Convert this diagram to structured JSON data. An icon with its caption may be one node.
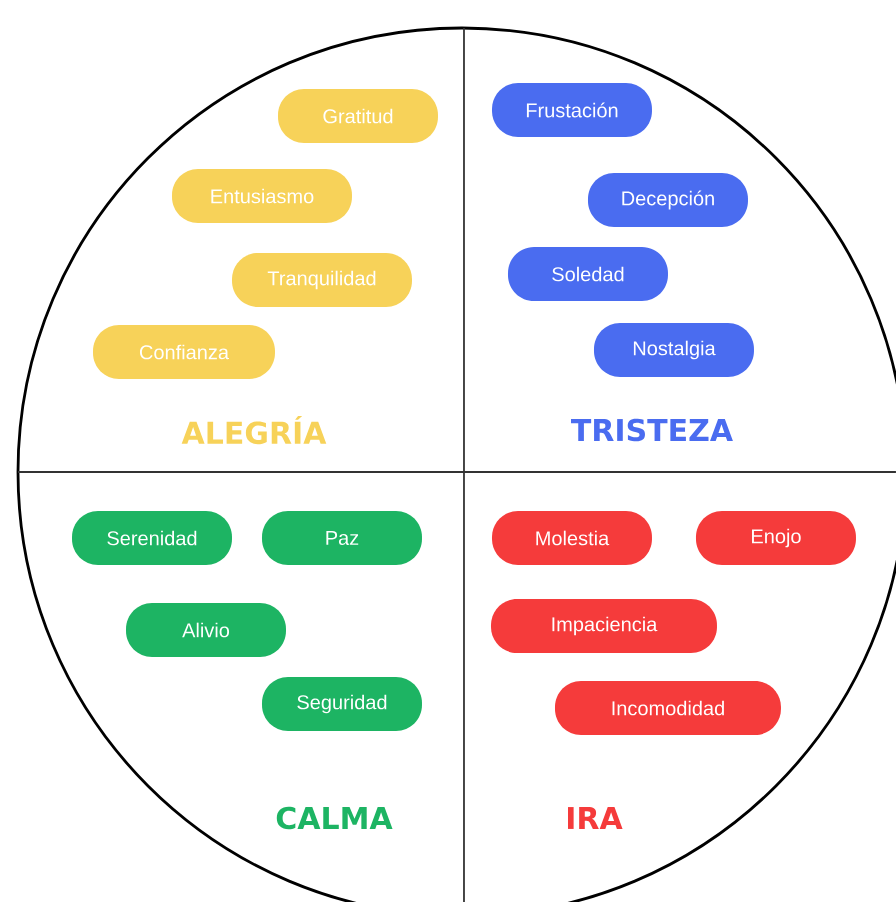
{
  "diagram": {
    "nodes": [
      {
        "text": [
          "Gratitud"
        ]
      },
      {
        "text": [
          "Entusiasmo"
        ]
      },
      {
        "text": [
          "Tranquilidad"
        ]
      },
      {
        "text": [
          "Confianza"
        ]
      },
      {
        "text": [
          "Frustación"
        ]
      },
      {
        "text": [
          "Decepción"
        ]
      },
      {
        "text": [
          "Soledad"
        ]
      },
      {
        "text": [
          "Nostalgia"
        ]
      },
      {
        "text": [
          "Serenidad"
        ]
      },
      {
        "text": [
          "Paz"
        ]
      },
      {
        "text": [
          "Alivio"
        ]
      },
      {
        "text": [
          "Seguridad"
        ]
      },
      {
        "text": [
          "Molestia"
        ]
      },
      {
        "text": [
          "Enojo"
        ]
      },
      {
        "text": [
          "Impaciencia"
        ]
      },
      {
        "text": [
          "Incomodidad"
        ]
      }
    ],
    "labels": [
      "ALEGRÍA",
      "TRISTEZA",
      "CALMA",
      "IRA"
    ]
  }
}
